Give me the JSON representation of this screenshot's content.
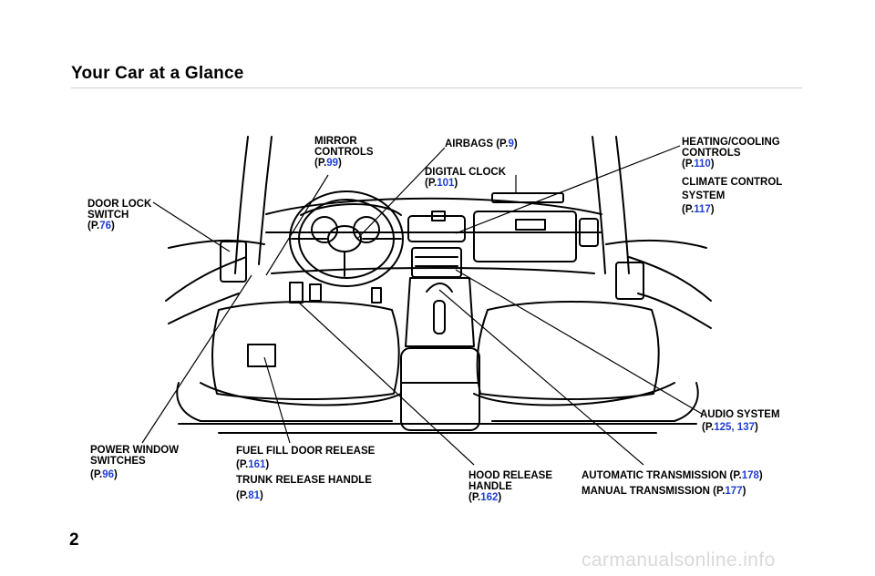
{
  "page": {
    "title": "Your Car at a Glance",
    "page_number": "2",
    "watermark": "carmanualsonline.info",
    "link_color": "#1f3fd4"
  },
  "labels": {
    "mirror": {
      "l1": "MIRROR",
      "l2": "CONTROLS",
      "ref_p": "(P.",
      "ref_n": "99",
      "ref_c": ")"
    },
    "airbags": {
      "text": "AIRBAGS (P.",
      "ref_n": "9",
      "ref_c": ")"
    },
    "digital_clock": {
      "l1": "DIGITAL CLOCK",
      "ref_p": "(P.",
      "ref_n": "101",
      "ref_c": ")"
    },
    "heating": {
      "l1": "HEATING/COOLING",
      "l2": "CONTROLS",
      "ref_p": "(P.",
      "ref_n": "110",
      "ref_c": ")"
    },
    "climate": {
      "l1": "CLIMATE CONTROL",
      "l2": "SYSTEM",
      "ref_p": "(P.",
      "ref_n": "117",
      "ref_c": ")"
    },
    "door_lock": {
      "l1": "DOOR LOCK",
      "l2": "SWITCH",
      "ref_p": "(P.",
      "ref_n": "76",
      "ref_c": ")"
    },
    "audio": {
      "l1": "AUDIO SYSTEM",
      "ref_p": "(P.",
      "ref_n1": "125",
      "sep": ", ",
      "ref_n2": "137",
      "ref_c": ")"
    },
    "power_window": {
      "l1": "POWER  WINDOW",
      "l2": "SWITCHES",
      "ref_p": "(P.",
      "ref_n": "96",
      "ref_c": ")"
    },
    "fuel_fill": {
      "l1": "FUEL FILL DOOR RELEASE",
      "ref_p": "(P.",
      "ref_n": "161",
      "ref_c": ")"
    },
    "trunk": {
      "l1": "TRUNK RELEASE HANDLE",
      "ref_p": "(P.",
      "ref_n": "81",
      "ref_c": ")"
    },
    "hood": {
      "l1": "HOOD RELEASE",
      "l2": "HANDLE",
      "ref_p": "(P.",
      "ref_n": "162",
      "ref_c": ")"
    },
    "auto_trans": {
      "l1": "AUTOMATIC  TRANSMISSION  (P.",
      "ref_n": "178",
      "ref_c": ")"
    },
    "manual_trans": {
      "l1": "MANUAL  TRANSMISSION  (P.",
      "ref_n": "177",
      "ref_c": ")"
    }
  }
}
